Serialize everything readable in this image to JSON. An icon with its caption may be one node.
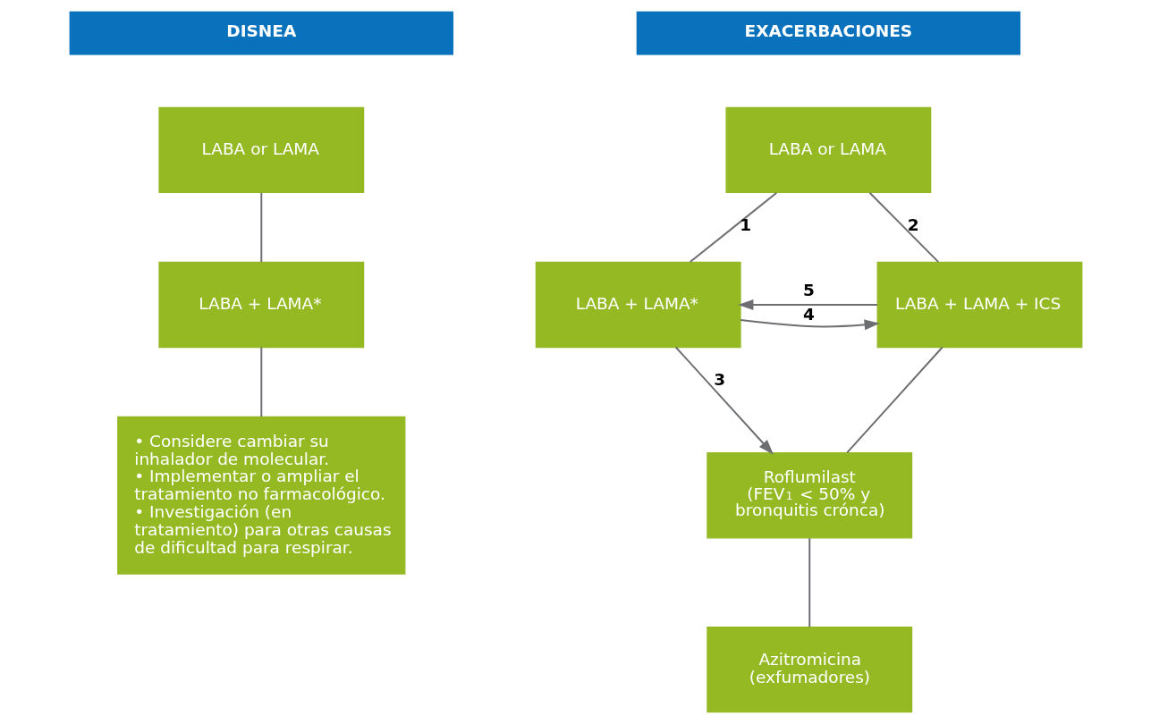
{
  "diagram": {
    "nodes": [
      {
        "text": [
          "DISNEA"
        ]
      },
      {
        "text": [
          "EXACERBACIONES"
        ]
      },
      {
        "text": [
          "LABA or LAMA"
        ]
      },
      {
        "text": [
          "LABA + LAMA*"
        ]
      },
      {
        "text": [
          "• Considere cambiar su inhalador de molecular.",
          "• Implementar o ampliar el tratamiento no farmacológico.",
          "• Investigación (en tratamiento) para otras causas de dificultad para respirar."
        ]
      },
      {
        "text": [
          "LABA or LAMA"
        ]
      },
      {
        "text": [
          "LABA + LAMA*"
        ]
      },
      {
        "text": [
          "LABA + LAMA + ICS"
        ]
      },
      {
        "text": [
          "Roflumilast (FEV$_{1}$ < 50% y bronquitis crónca)"
        ]
      },
      {
        "text": [
          "Azitromicina (exfumadores)"
        ]
      }
    ],
    "edges": [
      {
        "from": 2,
        "to": 3,
        "arrow": "none"
      },
      {
        "from": 3,
        "to": 4,
        "arrow": "none"
      },
      {
        "from": 5,
        "to": 6,
        "arrow": "none",
        "label": "1"
      },
      {
        "from": 5,
        "to": 7,
        "arrow": "none",
        "label": "2"
      },
      {
        "from": 7,
        "to": 6,
        "arrow": "to",
        "label": "5"
      },
      {
        "from": 6,
        "to": 7,
        "arrow": "to",
        "label": "4"
      },
      {
        "from": 6,
        "to": 8,
        "arrow": "to",
        "label": "3"
      },
      {
        "from": 7,
        "to": 8,
        "arrow": "none"
      },
      {
        "from": 8,
        "to": 9,
        "arrow": "none"
      }
    ]
  }
}
